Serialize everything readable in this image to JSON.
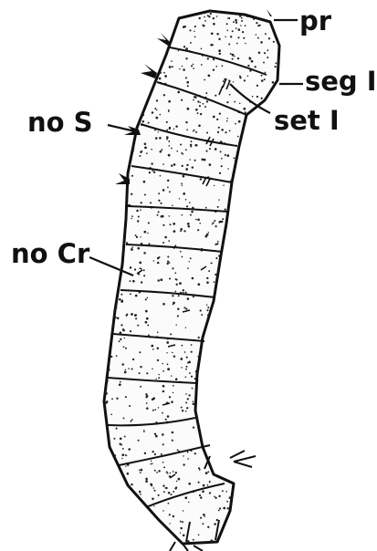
{
  "figure": {
    "labels": {
      "pr": "pr",
      "seg_i": "seg I",
      "set_i": "set I",
      "no_s": "no S",
      "no_cr": "no Cr"
    }
  }
}
